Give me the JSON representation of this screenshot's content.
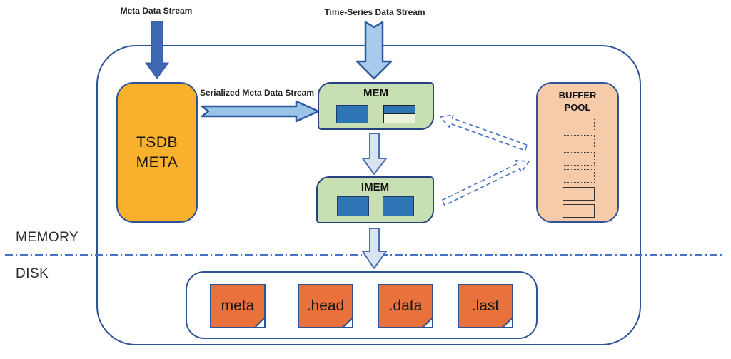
{
  "diagram": {
    "labels": {
      "meta_stream": "Meta Data Stream",
      "ts_stream": "Time-Series Data Stream",
      "serialized_stream": "Serialized Meta Data Stream",
      "memory": "MEMORY",
      "disk": "DISK"
    },
    "nodes": {
      "tsdb_meta": {
        "line1": "TSDB",
        "line2": "META"
      },
      "mem": {
        "label": "MEM"
      },
      "imem": {
        "label": "IMEM"
      },
      "buffer_pool": {
        "line1": "BUFFER",
        "line2": "POOL",
        "slot_count": 6,
        "dotted_slots": 4,
        "solid_slots": 2
      },
      "disk_files": [
        "meta",
        ".head",
        ".data",
        ".last"
      ]
    },
    "colors": {
      "outline_blue": "#2F5496",
      "green_fill": "#C8DFB3",
      "cell_blue": "#2E75B6",
      "tsdb_orange": "#F9B02D",
      "buffer_peach": "#F5CBA9",
      "file_orange": "#E8713C",
      "solid_arrow": "#3C68B4",
      "light_arrow_fill": "#9CC3E8",
      "pale_arrow_fill": "#DAE3F3",
      "dashed_arrow": "#4472C4"
    }
  }
}
